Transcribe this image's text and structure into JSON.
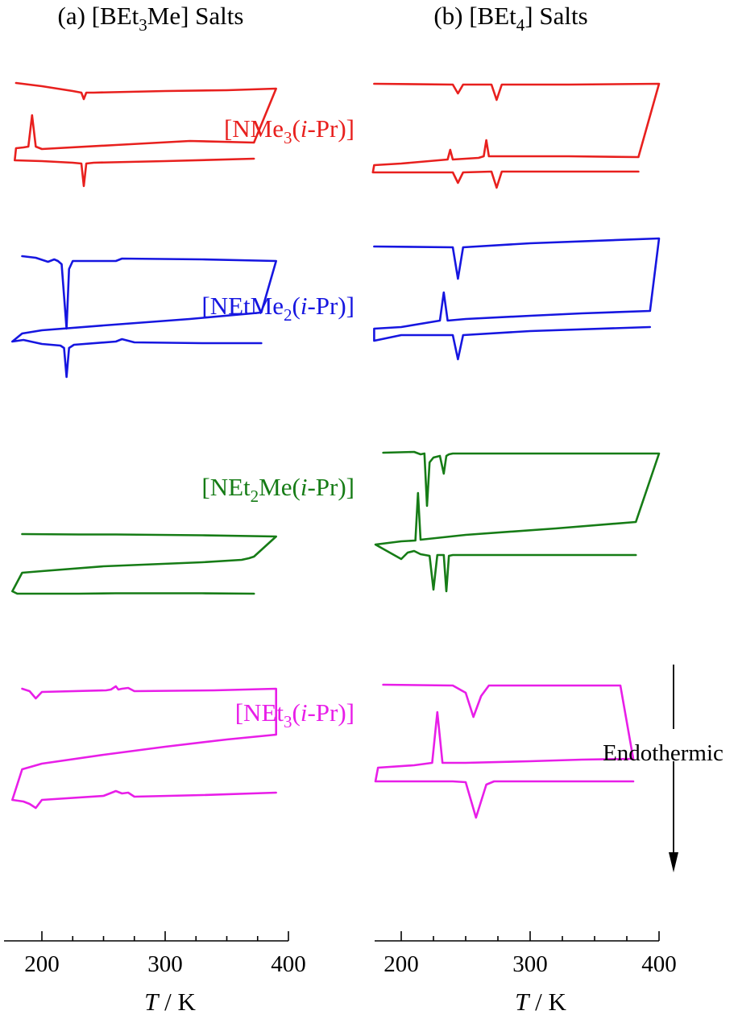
{
  "chart_data": [
    {
      "type": "line",
      "title_main": "(a) [BEt",
      "title_sub": "3",
      "title_end": "Me] Salts",
      "xlabel_var": "T",
      "xlabel_unit": " / K",
      "xlim": [
        175,
        400
      ],
      "xticks": [
        200,
        300,
        400
      ],
      "series": [
        {
          "name_parts": [
            [
              "[NMe",
              ""
            ],
            [
              "3",
              "sub"
            ],
            [
              "(",
              ""
            ],
            [
              "i",
              "it"
            ],
            [
              "-Pr)]",
              ""
            ]
          ],
          "color": "#e8201e",
          "heating": {
            "x": [
              179,
              200,
              225,
              232,
              234,
              236,
              242,
              300,
              350,
              390
            ],
            "y": [
              0,
              0.2,
              0.5,
              0.6,
              1.0,
              0.6,
              0.6,
              0.5,
              0.45,
              0.35
            ]
          },
          "cooling": {
            "x": [
              372,
              320,
              260,
              200,
              195,
              192,
              189,
              185,
              179
            ],
            "y": [
              3.7,
              3.6,
              3.85,
              4.1,
              3.95,
              2.0,
              3.95,
              4.0,
              4.05
            ]
          },
          "reheat": {
            "x": [
              178,
              200,
              225,
              232,
              234,
              236,
              242,
              300,
              372
            ],
            "y": [
              4.8,
              4.85,
              4.95,
              5.0,
              6.4,
              5.0,
              4.95,
              4.85,
              4.7
            ]
          }
        },
        {
          "name_parts": [
            [
              "[NEtMe",
              ""
            ],
            [
              "2",
              "sub"
            ],
            [
              "(",
              ""
            ],
            [
              "i",
              "it"
            ],
            [
              "-Pr)]",
              ""
            ]
          ],
          "color": "#1616e0",
          "heating": {
            "x": [
              184,
              195,
              205,
              210,
              213,
              216,
              220,
              222,
              225,
              260,
              265,
              330,
              390
            ],
            "y": [
              0,
              0.1,
              0.35,
              0.2,
              0.3,
              0.5,
              4.5,
              0.8,
              0.3,
              0.3,
              0.15,
              0.2,
              0.3
            ]
          },
          "cooling": {
            "x": [
              378,
              320,
              250,
              200,
              184
            ],
            "y": [
              3.5,
              3.9,
              4.3,
              4.6,
              4.8
            ]
          },
          "reheat": {
            "x": [
              176,
              185,
              200,
              215,
              218,
              220,
              222,
              226,
              260,
              265,
              275,
              330,
              378
            ],
            "y": [
              5.3,
              5.2,
              5.45,
              5.55,
              5.7,
              7.5,
              5.7,
              5.5,
              5.3,
              5.15,
              5.35,
              5.4,
              5.4
            ]
          }
        },
        {
          "name_parts": [
            [
              "[NEt",
              ""
            ],
            [
              "2",
              "sub"
            ],
            [
              "Me(",
              ""
            ],
            [
              "i",
              "it"
            ],
            [
              "-Pr)]",
              ""
            ]
          ],
          "color": "#167c16",
          "heating": {
            "x": [
              184,
              230,
              260,
              330,
              390
            ],
            "y": [
              0,
              0.05,
              0.05,
              0.15,
              0.3
            ]
          },
          "cooling": {
            "x": [
              372,
              368,
              362,
              330,
              250,
              200,
              184
            ],
            "y": [
              2.8,
              3.0,
              3.2,
              3.5,
              4.0,
              4.6,
              4.8
            ]
          },
          "reheat": {
            "x": [
              176,
              180,
              195,
              230,
              260,
              330,
              372
            ],
            "y": [
              7.1,
              7.4,
              7.4,
              7.4,
              7.35,
              7.35,
              7.4
            ]
          }
        },
        {
          "name_parts": [
            [
              "[NEt",
              ""
            ],
            [
              "3",
              "sub"
            ],
            [
              "(",
              ""
            ],
            [
              "i",
              "it"
            ],
            [
              "-Pr)]",
              ""
            ]
          ],
          "color": "#e81ee8",
          "heating": {
            "x": [
              184,
              190,
              195,
              200,
              252,
              256,
              260,
              262,
              265,
              270,
              275,
              340,
              390
            ],
            "y": [
              0,
              0.3,
              1.2,
              0.4,
              0.2,
              0.1,
              -0.3,
              0.1,
              0.0,
              -0.1,
              0.3,
              0.2,
              0.0
            ]
          },
          "cooling": {
            "x": [
              390,
              350,
              300,
              250,
              200,
              184
            ],
            "y": [
              5.7,
              6.3,
              7.2,
              8.2,
              9.3,
              10.0
            ]
          },
          "reheat": {
            "x": [
              176,
              185,
              190,
              195,
              200,
              250,
              255,
              260,
              265,
              270,
              275,
              330,
              390
            ],
            "y": [
              13.8,
              14.0,
              14.3,
              14.8,
              13.8,
              13.3,
              13.0,
              12.7,
              13.0,
              12.9,
              13.4,
              13.2,
              12.9
            ]
          }
        }
      ]
    },
    {
      "type": "line",
      "title_main": "(b) [BEt",
      "title_sub": "4",
      "title_end": "] Salts",
      "xlabel_var": "T",
      "xlabel_unit": " / K",
      "xlim": [
        175,
        400
      ],
      "xticks": [
        200,
        300,
        400
      ],
      "series": [
        {
          "color": "#e8201e",
          "heating": {
            "x": [
              179,
              240,
              244,
              248,
              270,
              274,
              278,
              330,
              400
            ],
            "y": [
              0,
              0.05,
              0.6,
              0.05,
              0.05,
              1.0,
              0.05,
              0.05,
              0.0
            ]
          },
          "cooling": {
            "x": [
              384,
              330,
              268,
              266,
              264,
              260,
              240,
              238,
              236,
              200,
              179
            ],
            "y": [
              4.55,
              4.5,
              4.5,
              3.5,
              4.5,
              4.6,
              4.7,
              4.1,
              4.7,
              4.95,
              5.05
            ]
          },
          "reheat": {
            "x": [
              178,
              240,
              244,
              248,
              270,
              274,
              278,
              330,
              384
            ],
            "y": [
              5.5,
              5.5,
              6.15,
              5.5,
              5.45,
              6.45,
              5.45,
              5.45,
              5.45
            ]
          }
        },
        {
          "color": "#1616e0",
          "heating": {
            "x": [
              179,
              240,
              244,
              248,
              300,
              400
            ],
            "y": [
              0,
              0.05,
              2.0,
              0.05,
              -0.2,
              -0.5
            ]
          },
          "cooling": {
            "x": [
              393,
              340,
              300,
              250,
              236,
              233,
              230,
              200,
              179
            ],
            "y": [
              4.0,
              4.15,
              4.3,
              4.5,
              4.6,
              2.85,
              4.6,
              5.0,
              5.1
            ]
          },
          "reheat": {
            "x": [
              179,
              185,
              200,
              240,
              244,
              248,
              300,
              393
            ],
            "y": [
              5.85,
              5.75,
              5.5,
              5.5,
              7.0,
              5.5,
              5.25,
              5.0
            ]
          }
        },
        {
          "color": "#167c16",
          "heating": {
            "x": [
              186,
              210,
              215,
              218,
              220,
              222,
              225,
              230,
              233,
              235,
              237,
              240,
              300,
              400
            ],
            "y": [
              0,
              -0.05,
              0.1,
              0.05,
              3.3,
              0.6,
              0.3,
              0.2,
              1.3,
              0.2,
              0.1,
              0.05,
              0.05,
              0.05
            ]
          },
          "cooling": {
            "x": [
              382,
              320,
              250,
              215,
              213,
              211,
              200,
              180
            ],
            "y": [
              4.3,
              4.7,
              5.1,
              5.4,
              2.5,
              5.45,
              5.5,
              5.7
            ]
          },
          "reheat": {
            "x": [
              200,
              205,
              210,
              215,
              222,
              225,
              228,
              233,
              235,
              237,
              240,
              300,
              382
            ],
            "y": [
              6.6,
              6.2,
              6.1,
              6.3,
              6.4,
              8.5,
              6.35,
              6.35,
              8.6,
              6.4,
              6.35,
              6.35,
              6.35
            ]
          }
        },
        {
          "color": "#e81ee8",
          "heating": {
            "x": [
              186,
              240,
              250,
              256,
              262,
              268,
              300,
              370
            ],
            "y": [
              0,
              0.05,
              0.5,
              2.0,
              0.7,
              0.05,
              0.05,
              0.05
            ]
          },
          "cooling": {
            "x": [
              380,
              340,
              300,
              250,
              232,
              228,
              224,
              210,
              182
            ],
            "y": [
              4.6,
              4.65,
              4.75,
              4.85,
              4.85,
              1.7,
              4.85,
              5.0,
              5.15
            ]
          },
          "reheat": {
            "x": [
              180,
              240,
              250,
              258,
              266,
              272,
              300,
              380
            ],
            "y": [
              6.0,
              6.0,
              6.05,
              8.25,
              6.2,
              6.0,
              6.0,
              6.0
            ]
          }
        }
      ]
    }
  ],
  "annotation": {
    "text": "Endothermic"
  }
}
